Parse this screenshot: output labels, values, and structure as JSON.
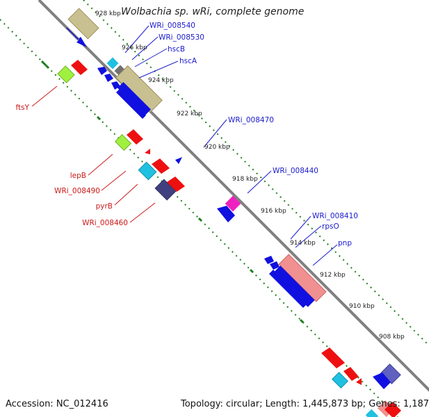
{
  "title": "Wolbachia sp. wRi, complete genome",
  "footer": {
    "accession": "Accession: NC_012416",
    "topology": "Topology: circular; Length: 1,445,873 bp; Genes: 1,187"
  },
  "colors": {
    "backbone": "#808080",
    "tick": "#1a7f1a",
    "forward_label": "#1a1acc",
    "reverse_label": "#cc1a1a",
    "gene_blue": "#1010e0",
    "gene_red": "#ee1010",
    "gene_olive": "#c8c090",
    "gene_cyan": "#20c0e0",
    "gene_green": "#a0f040",
    "gene_gray": "#707070",
    "gene_magenta": "#f020c0",
    "gene_pink": "#f09090",
    "gene_purple": "#6060c0",
    "gene_navy": "#404080"
  },
  "kbp_labels": [
    "928 kbp",
    "926 kbp",
    "924 kbp",
    "922 kbp",
    "920 kbp",
    "918 kbp",
    "916 kbp",
    "914 kbp",
    "912 kbp",
    "910 kbp",
    "908 kbp"
  ],
  "forward_labels": [
    "WRi_008540",
    "WRi_008530",
    "hscB",
    "hscA",
    "WRi_008470",
    "WRi_008440",
    "WRi_008410",
    "rpsO",
    "pnp"
  ],
  "reverse_labels": [
    "ftsY",
    "lepB",
    "WRi_008490",
    "pyrB",
    "WRi_008460"
  ]
}
